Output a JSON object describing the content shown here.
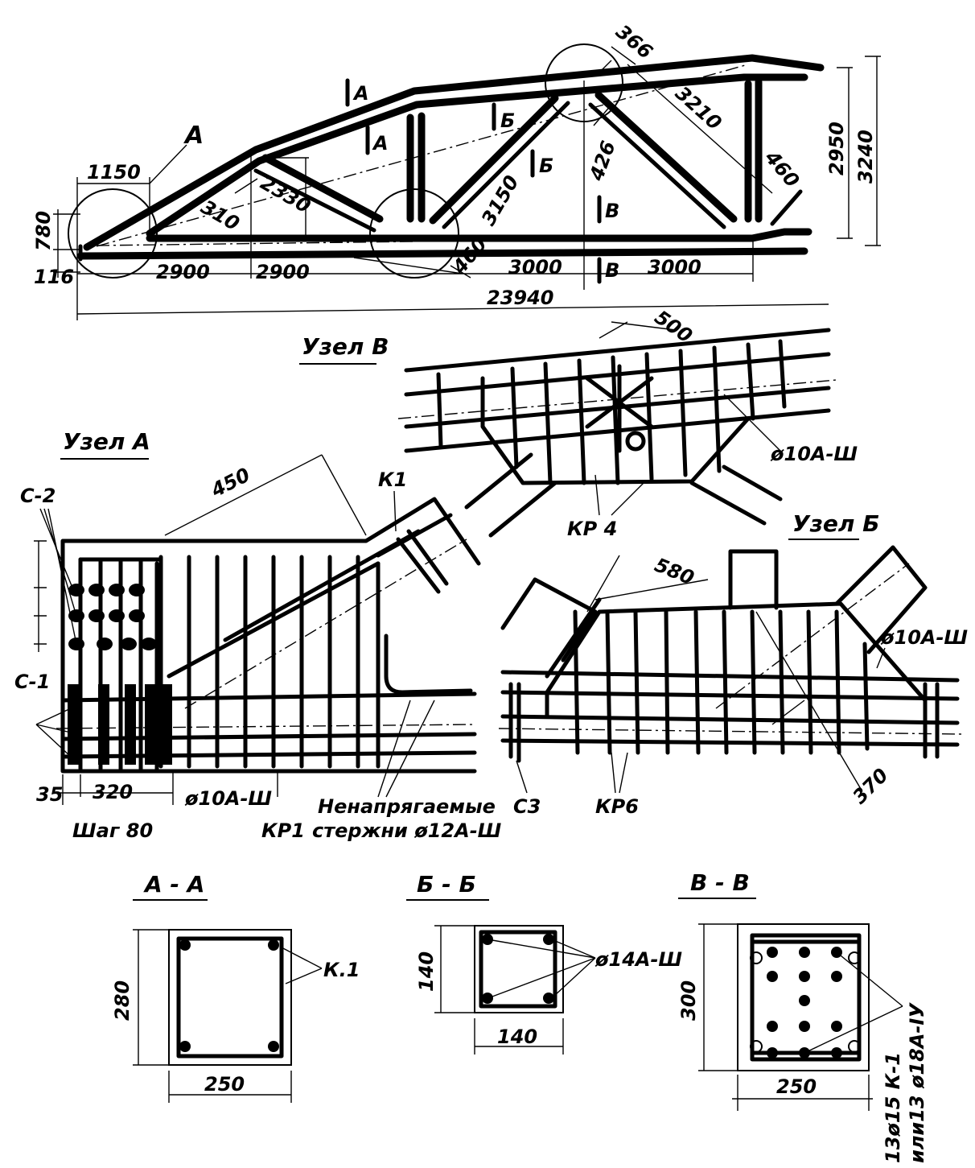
{
  "truss": {
    "dims": {
      "d1150": "1150",
      "d780": "780",
      "d116": "116",
      "d2900a": "2900",
      "d2900b": "2900",
      "d3000a": "3000",
      "d3000b": "3000",
      "d23940": "23940",
      "d310": "310",
      "d2330": "2330",
      "d3150": "3150",
      "d460a": "460",
      "d366": "366",
      "d3210": "3210",
      "d426": "426",
      "d460b": "460",
      "d2950": "2950",
      "d3240": "3240"
    },
    "marks": {
      "node_a": "А",
      "cut_a_top": "А",
      "cut_a_bottom": "А",
      "cut_b_top": "Б",
      "cut_b_bottom": "Б",
      "cut_v_top": "В",
      "cut_v_bottom": "В"
    }
  },
  "node_v": {
    "title": "Узел В",
    "d500": "500",
    "rebar": "ø10А-Ш",
    "kr": "КР 4"
  },
  "node_a": {
    "title": "Узел А",
    "d450": "450",
    "k1": "К1",
    "c2": "С-2",
    "c1": "С-1",
    "d35": "35",
    "d320": "320",
    "step": "Шаг 80",
    "rebar": "ø10А-Ш",
    "kr": "КР1",
    "note_line1": "Ненапрягаемые",
    "note_line2": "стержни ø12А-Ш"
  },
  "node_b": {
    "title": "Узел Б",
    "d580": "580",
    "rebar": "ø10А-Ш",
    "c3": "С3",
    "kr": "КР6",
    "d370": "370"
  },
  "sections": {
    "aa": {
      "title": "А - А",
      "height": "280",
      "width": "250",
      "label": "К.1"
    },
    "bb": {
      "title": "Б - Б",
      "height": "140",
      "width": "140",
      "label": "ø14А-Ш"
    },
    "vv": {
      "title": "В - В",
      "height": "300",
      "width": "250",
      "label1": "13ø15 К-1",
      "label2": "или13 ø18А-IУ"
    }
  }
}
